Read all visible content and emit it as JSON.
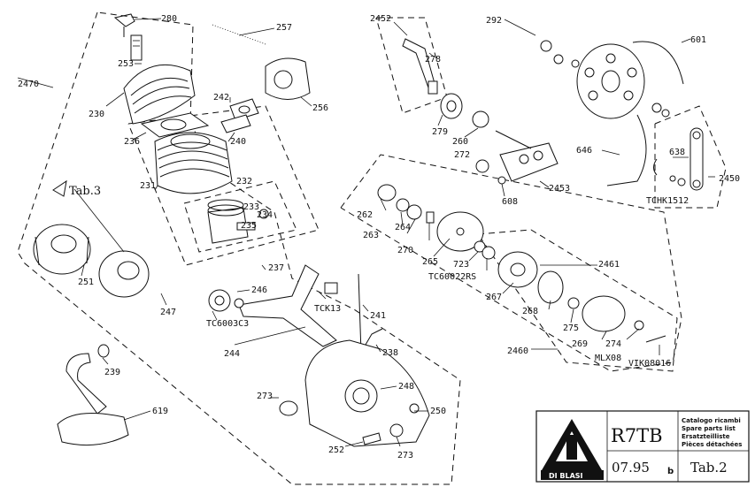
{
  "labels": {
    "l280": "280",
    "l257": "257",
    "l2452": "2452",
    "l292": "292",
    "l601": "601",
    "l253": "253",
    "l278": "278",
    "l2470": "2470",
    "l256": "256",
    "l230": "230",
    "l242": "242",
    "l279": "279",
    "l236": "236",
    "l240": "240",
    "l260": "260",
    "l272": "272",
    "l646": "646",
    "l638": "638",
    "l2450": "2450",
    "l231": "231",
    "l232": "232",
    "l2453": "2453",
    "l608": "608",
    "tab3": "Tab.3",
    "l233": "233",
    "l234": "234",
    "l262": "262",
    "l264": "264",
    "l263": "263",
    "l235": "235",
    "l270": "270",
    "tchk": "TCHK1512",
    "l251": "251",
    "l237": "237",
    "l265": "265",
    "l723": "723",
    "tc22": "TC60022RS",
    "l2461": "2461",
    "l246": "246",
    "l247": "247",
    "l267": "267",
    "tck": "TCK13",
    "l241": "241",
    "tc03": "TC6003C3",
    "l268": "268",
    "l275": "275",
    "l269": "269",
    "l274": "274",
    "l244": "244",
    "l238": "238",
    "l2460": "2460",
    "mlx": "MLX08",
    "vik": "VIK08016",
    "l239": "239",
    "l248": "248",
    "l273a": "273",
    "l250": "250",
    "l619": "619",
    "l252": "252",
    "l273b": "273"
  },
  "title_block": {
    "logo_text": "DI BLASI",
    "model": "R7TB",
    "lines": [
      "Catalogo ricambi",
      "Spare parts list",
      "Ersatzteilliste",
      "Pièces détachées"
    ],
    "date": "07.95",
    "date_suffix": "b",
    "table": "Tab.2"
  }
}
